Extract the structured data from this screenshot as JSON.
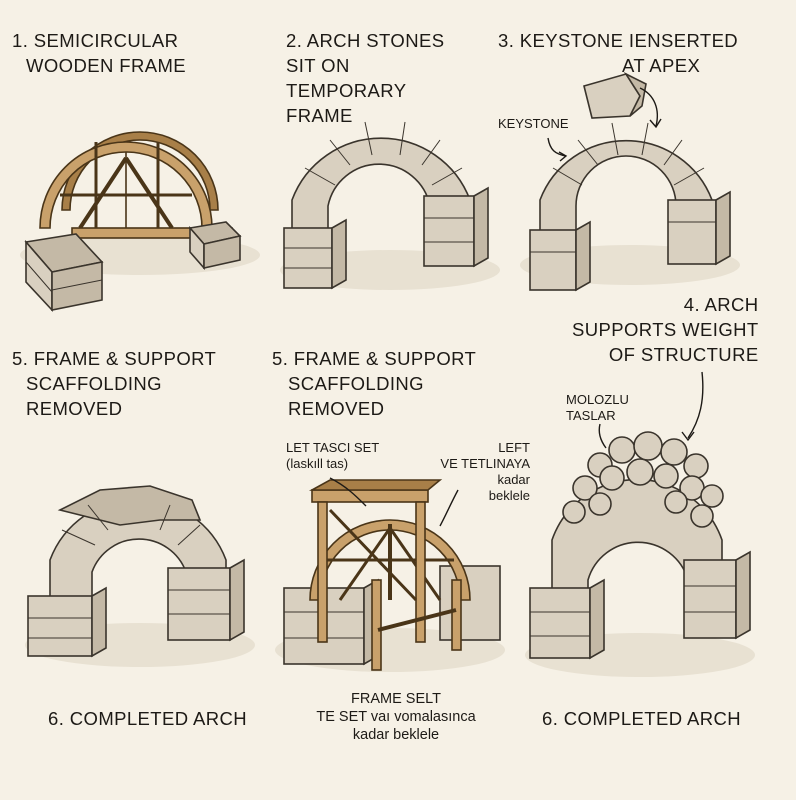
{
  "labels": {
    "step1": [
      "1. SEMICIRCULAR",
      "WOODEN FRAME"
    ],
    "step2": [
      "2. ARCH STONES",
      "SIT ON",
      "TEMPORARY",
      "FRAME"
    ],
    "step3": [
      "3. KEYSTONE  IENSERTED",
      "AT APEX"
    ],
    "keystone": "KEYSTONE",
    "step4": [
      "4. ARCH",
      "SUPPORTS WEIGHT",
      "OF STRUCTURE"
    ],
    "step5a": [
      "5. FRAME & SUPPORT",
      "SCAFFOLDING",
      "REMOVED"
    ],
    "step5b": [
      "5. FRAME & SUPPORT",
      "SCAFFOLDING",
      "REMOVED"
    ],
    "left_tasci": [
      "LET TASCI SET",
      "(laskıll tas)"
    ],
    "left_tetlinaya": [
      "LEFT",
      "VE TETLINAYA",
      "kadar",
      "beklele"
    ],
    "molozlu": [
      "MOLOZLU",
      "TASLAR"
    ],
    "completed1": "6. COMPLETED ARCH",
    "completed2": "6. COMPLETED ARCH",
    "frame_selt": [
      "FRAME SELT",
      "TE SET vaı vomalasınca",
      "kadar beklele"
    ]
  },
  "colors": {
    "background": "#f6f1e6",
    "stone": "#d9d0c0",
    "wood": "#c9a16b",
    "ink": "#1d1a16"
  }
}
